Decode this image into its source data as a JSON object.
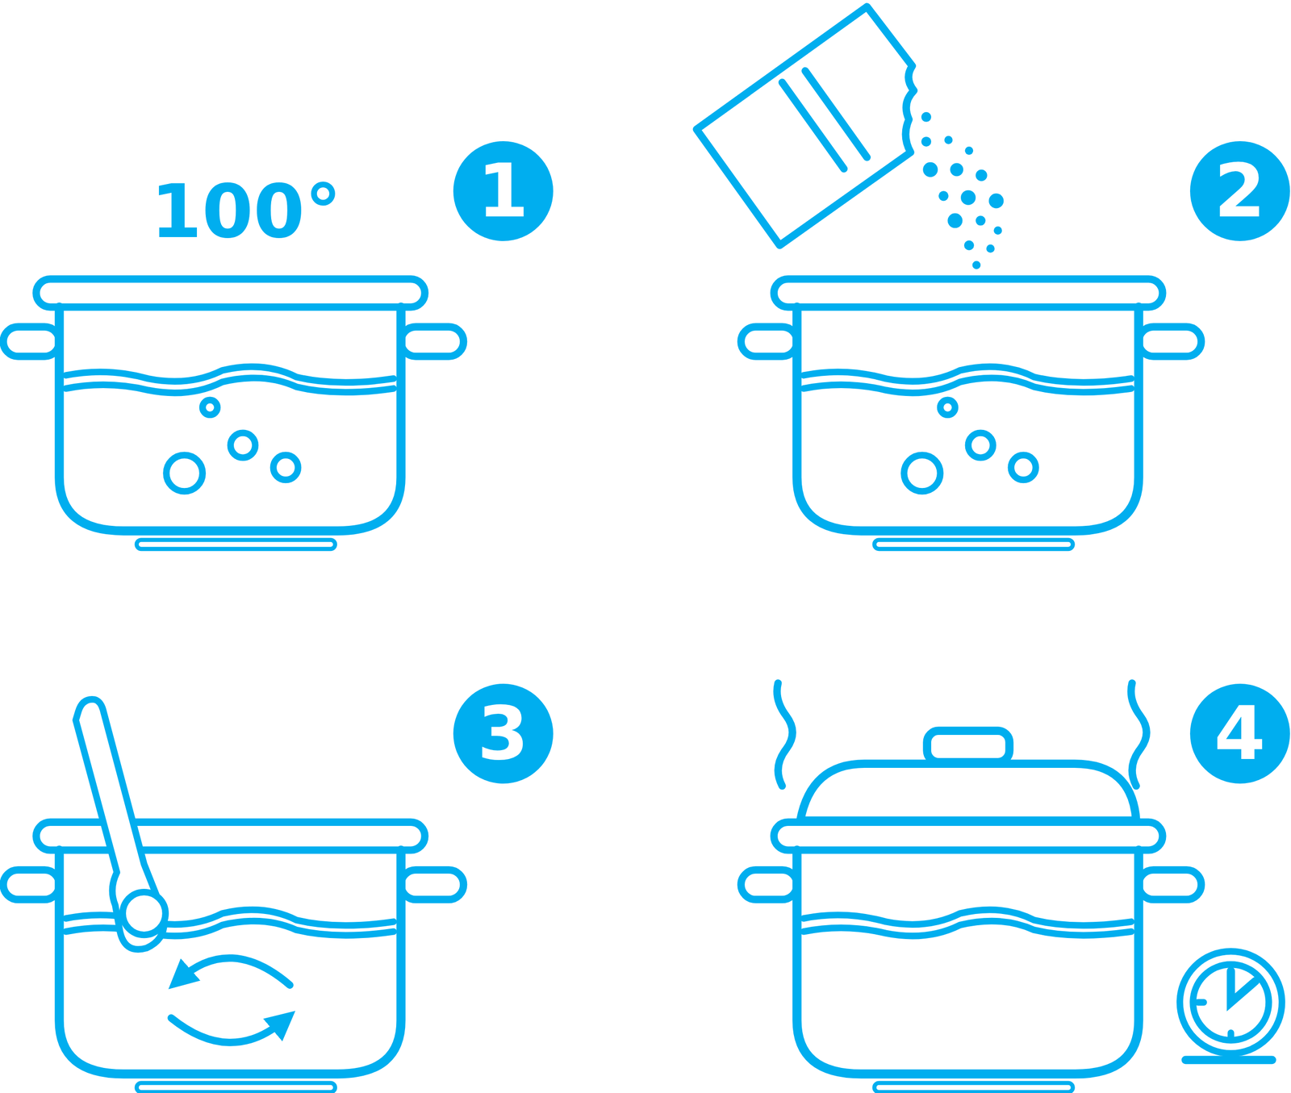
{
  "diagram": {
    "nodes": [
      {
        "text": [
          "1"
        ]
      },
      {
        "text": [
          "2"
        ]
      },
      {
        "text": [
          "3"
        ]
      },
      {
        "text": [
          "4"
        ]
      }
    ],
    "labels": [
      "100°"
    ]
  }
}
